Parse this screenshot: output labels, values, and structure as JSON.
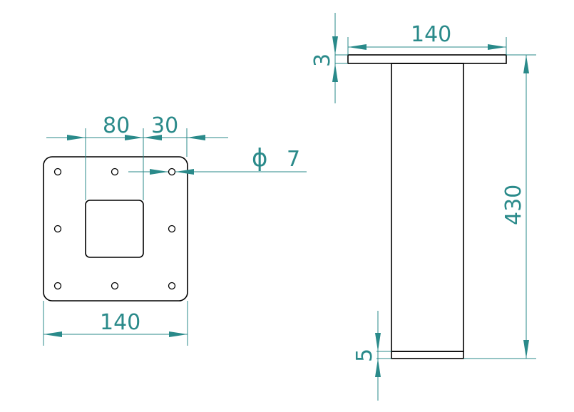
{
  "colors": {
    "dimension": "#2a8a8a",
    "outline": "#000000",
    "background": "#ffffff"
  },
  "top_view": {
    "dimensions": {
      "inner_width": "80",
      "hole_offset": "30",
      "hole_diameter_symbol": "ϕ",
      "hole_diameter": "7",
      "plate_width": "140"
    }
  },
  "side_view": {
    "dimensions": {
      "plate_width": "140",
      "plate_thickness": "3",
      "height": "430",
      "foot_thickness": "5"
    }
  }
}
